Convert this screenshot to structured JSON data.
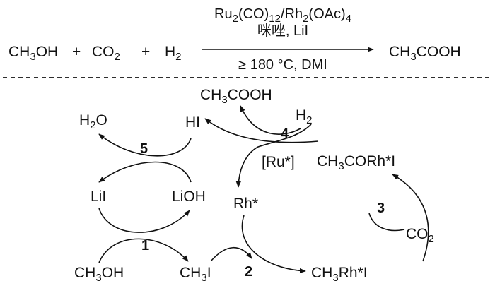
{
  "reaction": {
    "reactant_1": "CH3OH",
    "plus_1": "+",
    "reactant_2": "CO2",
    "plus_2": "+",
    "reactant_3": "H2",
    "catalyst_line": "Ru2(CO)12/Rh2(OAc)4",
    "additives_line": "咪唑, LiI",
    "conditions_line": "≥ 180 °C, DMI",
    "product": "CH3COOH"
  },
  "cycle": {
    "species": {
      "h2o": "H2O",
      "hi": "HI",
      "lii": "LiI",
      "lioh": "LiOH",
      "ch3oh": "CH3OH",
      "ch3i": "CH3I",
      "ch3cooh": "CH3COOH",
      "h2": "H2",
      "ru_cat": "[Ru*]",
      "ch3corhi": "CH3CORh*I",
      "rh": "Rh*",
      "co2": "CO2",
      "ch3rhi": "CH3Rh*I"
    },
    "step_labels": {
      "s1": "1",
      "s2": "2",
      "s3": "3",
      "s4": "4",
      "s5": "5"
    }
  }
}
